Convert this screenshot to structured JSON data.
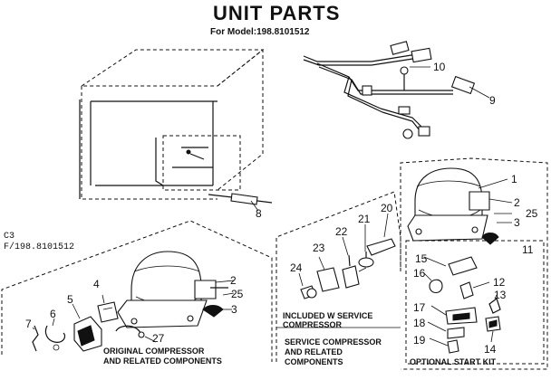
{
  "header": {
    "title": "UNIT PARTS",
    "model": "For Model:198.8101512"
  },
  "side_label": {
    "line1": "C3",
    "line2": "F/198.8101512"
  },
  "callouts": {
    "n1": "1",
    "n2a": "2",
    "n2b": "2",
    "n3a": "3",
    "n3b": "3",
    "n4": "4",
    "n5": "5",
    "n6": "6",
    "n7": "7",
    "n8": "8",
    "n9": "9",
    "n10": "10",
    "n11": "11",
    "n12": "12",
    "n13": "13",
    "n14": "14",
    "n15": "15",
    "n16": "16",
    "n17": "17",
    "n18": "18",
    "n19": "19",
    "n20": "20",
    "n21": "21",
    "n22": "22",
    "n23": "23",
    "n24": "24",
    "n25a": "25",
    "n25b": "25",
    "n27": "27"
  },
  "captions": {
    "original_1": "ORIGINAL COMPRESSOR",
    "original_2": "AND RELATED COMPONENTS",
    "included_1": "INCLUDED W SERVICE",
    "included_2": "COMPRESSOR",
    "service_1": "SERVICE COMPRESSOR",
    "service_2": "AND RELATED",
    "service_3": "COMPONENTS",
    "optional": "OPTIONAL START KIT"
  }
}
